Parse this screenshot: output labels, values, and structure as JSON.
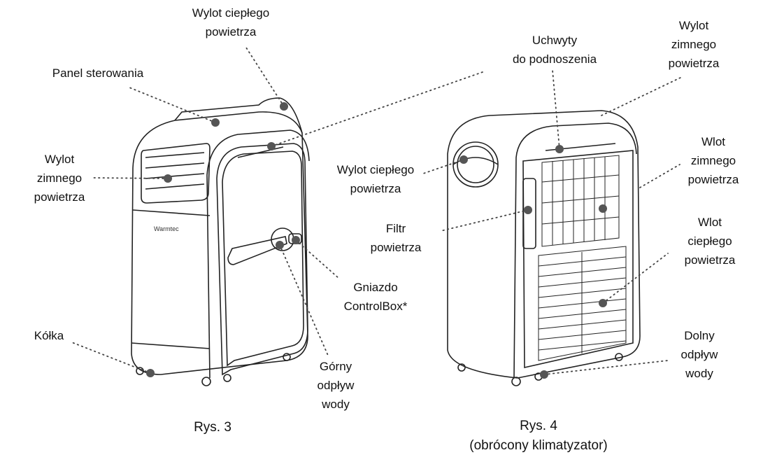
{
  "figure3": {
    "caption": "Rys. 3",
    "brand": "Warmtec",
    "labels": {
      "hot_air_outlet": [
        "Wylot ciepłego",
        "powietrza"
      ],
      "control_panel": [
        "Panel sterowania"
      ],
      "cold_air_outlet": [
        "Wylot",
        "zimnego",
        "powietrza"
      ],
      "wheels": [
        "Kółka"
      ],
      "controlbox_socket": [
        "Gniazdo",
        "ControlBox*"
      ],
      "upper_drain": [
        "Górny",
        "odpływ",
        "wody"
      ]
    }
  },
  "figure4": {
    "caption": [
      "Rys. 4",
      "(obrócony klimatyzator)"
    ],
    "labels": {
      "lifting_handles": [
        "Uchwyty",
        "do podnoszenia"
      ],
      "cold_air_outlet": [
        "Wylot",
        "zimnego",
        "powietrza"
      ],
      "hot_air_outlet": [
        "Wylot ciepłego",
        "powietrza"
      ],
      "air_filter": [
        "Filtr",
        "powietrza"
      ],
      "cold_air_inlet": [
        "Wlot",
        "zimnego",
        "powietrza"
      ],
      "hot_air_inlet": [
        "Wlot",
        "ciepłego",
        "powietrza"
      ],
      "lower_drain": [
        "Dolny",
        "odpływ",
        "wody"
      ]
    }
  },
  "colors": {
    "line": "#222222",
    "dot": "#555555"
  }
}
